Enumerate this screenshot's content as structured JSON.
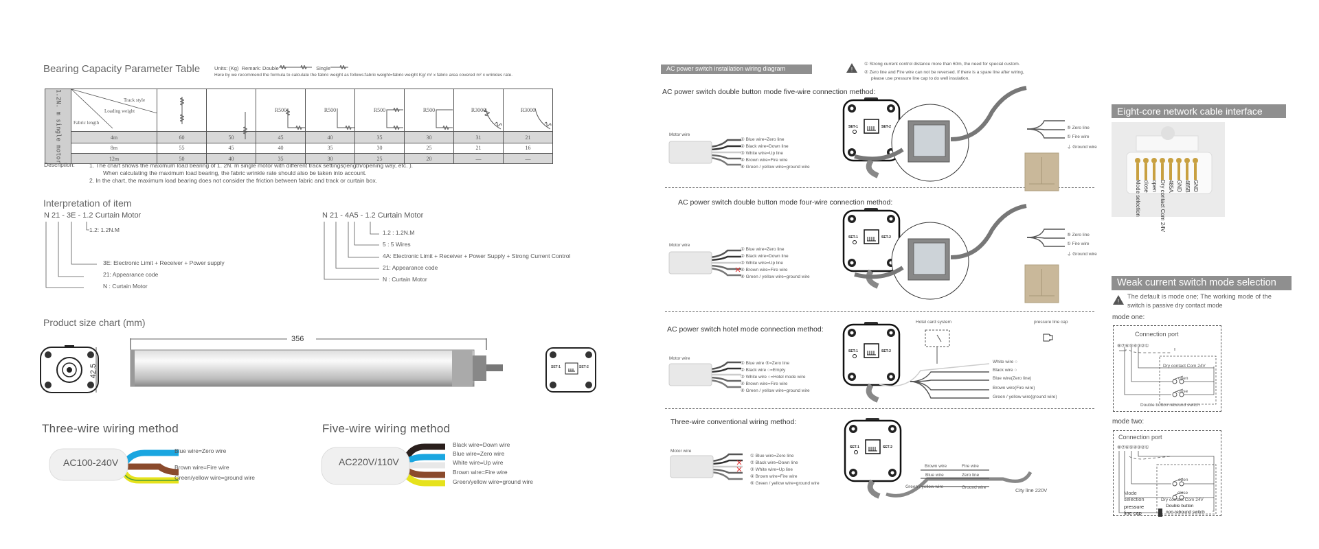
{
  "bearing": {
    "title": "Bearing Capacity Parameter Table",
    "units": "Units: (Kg)",
    "remark": "Remark:",
    "double": "Double",
    "single": "Single",
    "formula": "Here by we recommend the formula to calculate the fabric weight as follows:fabric weight=fabric weight Kg/ m² x fabric area covered m² x wrinkles rate.",
    "vertical_label": "1.2N. m single motor",
    "track_style": "Track style",
    "loading_weight": "Loading weight",
    "fabric_length": "Fabric length",
    "track_radius": [
      "",
      "",
      "R500",
      "R500",
      "R500",
      "R500",
      "R3000",
      "R3000"
    ],
    "rows": [
      {
        "length": "4m",
        "values": [
          "60",
          "50",
          "45",
          "40",
          "35",
          "30",
          "31",
          "21"
        ]
      },
      {
        "length": "8m",
        "values": [
          "55",
          "45",
          "40",
          "35",
          "30",
          "25",
          "21",
          "16"
        ]
      },
      {
        "length": "12m",
        "values": [
          "50",
          "40",
          "35",
          "30",
          "25",
          "20",
          "—",
          "—"
        ]
      }
    ]
  },
  "description": {
    "label": "Description:",
    "line1": "1.  The chart shows the maximum load bearing of 1. 2N. m single motor with different track settings(length/opening way, etc. ).",
    "line1b": "When calculating the maximum load bearing,  the fabric wrinkle rate should also be taken into account.",
    "line2": "2. In the chart,  the maximum load bearing does not consider the friction between fabric and track or curtain box."
  },
  "interpretation": {
    "title": "Interpretation of item",
    "left": {
      "code": "N  21 - 3E  -  1.2 Curtain Motor",
      "items": [
        "1.2:  1.2N.M",
        "3E:  Electronic Limit + Receiver  + Power supply",
        "21:  Appearance code",
        "N :  Curtain Motor"
      ]
    },
    "right": {
      "code": "N   21 - 4A5 - 1.2 Curtain Motor",
      "items": [
        "1.2 :  1.2N.M",
        "5  :  5 Wires",
        "4A:  Electronic Limit + Receiver + Power Supply + Strong Current Control",
        "21:  Appearance code",
        "N :  Curtain Motor"
      ]
    }
  },
  "product": {
    "title": "Product size chart (mm)",
    "length": "356",
    "diameter": "42.5",
    "set1": "SET-1",
    "set2": "SET-2"
  },
  "three_wire": {
    "title": "Three-wire wiring method",
    "voltage": "AC100-240V",
    "labels": [
      "Blue wire=Zero wire",
      "Brown wire=Fire wire",
      "Green/yellow wire=ground wire"
    ]
  },
  "five_wire": {
    "title": "Five-wire wiring method",
    "voltage": "AC220V/110V",
    "labels": [
      "Black wire=Down wire",
      "Blue wire=Zero wire",
      "White wire=Up wire",
      "Brown wire=Fire wire",
      "Green/yellow wire=ground wire"
    ]
  },
  "ac": {
    "header": "AC power switch installation wiring diagram",
    "warning1": "①  Strong current control distance more than 60m,  the need for special custom.",
    "warning2": "②  Zero line and Fire wire can not be  reversed.  If there is a spare line after wiring,",
    "warning2b": "please use pressure line cap to do well insulation.",
    "motor_wire": "Motor wire",
    "set1": "SET-1",
    "set2": "SET-2",
    "five": {
      "title": "AC power switch double button mode five-wire connection method:",
      "wires": [
        "①   Blue wire=Zero line",
        "② Black wire=Down line",
        "③ White wire=Up line",
        "④ Brown wire=Fire wire",
        "⑥ Green / yellow wire=ground wire"
      ],
      "right": [
        "⑤ Zero line",
        "① Fire wire",
        "⏚ Ground wire"
      ]
    },
    "four": {
      "title": "AC power switch double button mode four-wire connection method:",
      "wires": [
        "① Blue wire=Zero line",
        "② Black wire=Down line",
        "③ White wire=Up line",
        "④ Brown wire=Fire wire",
        "⑥ Green / yellow wire=ground wire"
      ],
      "right": [
        "⑤ Zero line",
        "① Fire wire",
        "⏚ Ground wire"
      ]
    },
    "hotel": {
      "title": "AC power switch hotel mode connection method:",
      "card": "Hotel card system",
      "cap": "pressure line cap",
      "wires": [
        "① Blue wire ⑤=Zero line",
        "② Black wire ○=Empty",
        "③ White wire ○=Hotel mode wire",
        "④ Brown wire=Fire wire",
        "⑥ Green / yellow wire=ground wire"
      ],
      "right": [
        "White wire ○",
        "Black wire ○",
        "Blue wire(Zero line)",
        "Brown wire(Fire wire)",
        "Green / yellow wire(ground wire)"
      ]
    },
    "three": {
      "title": "Three-wire conventional wiring method:",
      "wires": [
        "① Blue wire=Zero line",
        "② Black wire=Down line",
        "③ White wire=Up line",
        "④ Brown wire=Fire wire",
        "⑥ Green / yellow wire=ground wire"
      ],
      "mid": {
        "brown": "Brown wire",
        "fire": "Fire wire",
        "blue": "Blue wire",
        "zero": "Zero line",
        "gy": "Green / yellow wire",
        "ground": "Ground wire",
        "city": "City line 220V"
      }
    }
  },
  "eight_core": {
    "title": "Eight-core network cable interface",
    "pins": [
      "Mode selection",
      "close",
      "open",
      "Dry contact Com 24V",
      "485A",
      "GND",
      "485B",
      "GND"
    ]
  },
  "weak": {
    "title": "Weak current switch mode selection",
    "note1": "The default is mode one; The working mode of the",
    "note2": "switch is passive dry contact mode",
    "mode_one": {
      "label": "mode one:",
      "port": "Connection port",
      "pins": "⑧⑦⑥⑤④③②①",
      "com": "Dry contact Com 24V",
      "open": "open",
      "close": "close",
      "switch": "Double  button  rebound  switch"
    },
    "mode_two": {
      "label": "mode two:",
      "port": "Connection port",
      "pins": "⑧⑦⑥⑤④③②①",
      "open": "open",
      "close": "close",
      "mode_sel1": "Mode",
      "mode_sel2": "selection",
      "com": "Dry contact Com 24V",
      "cap1": "pressure",
      "cap2": "line cap",
      "switch1": "Double button",
      "switch2": "non-rebound switch"
    }
  },
  "colors": {
    "gray_header": "#8f8f8f",
    "blue": "#1aa6e0",
    "brown": "#8a4a2c",
    "yellow": "#e6e21c",
    "black": "#2a1f1c",
    "white_wire": "#e8e8e8",
    "cross": "#e03030"
  }
}
